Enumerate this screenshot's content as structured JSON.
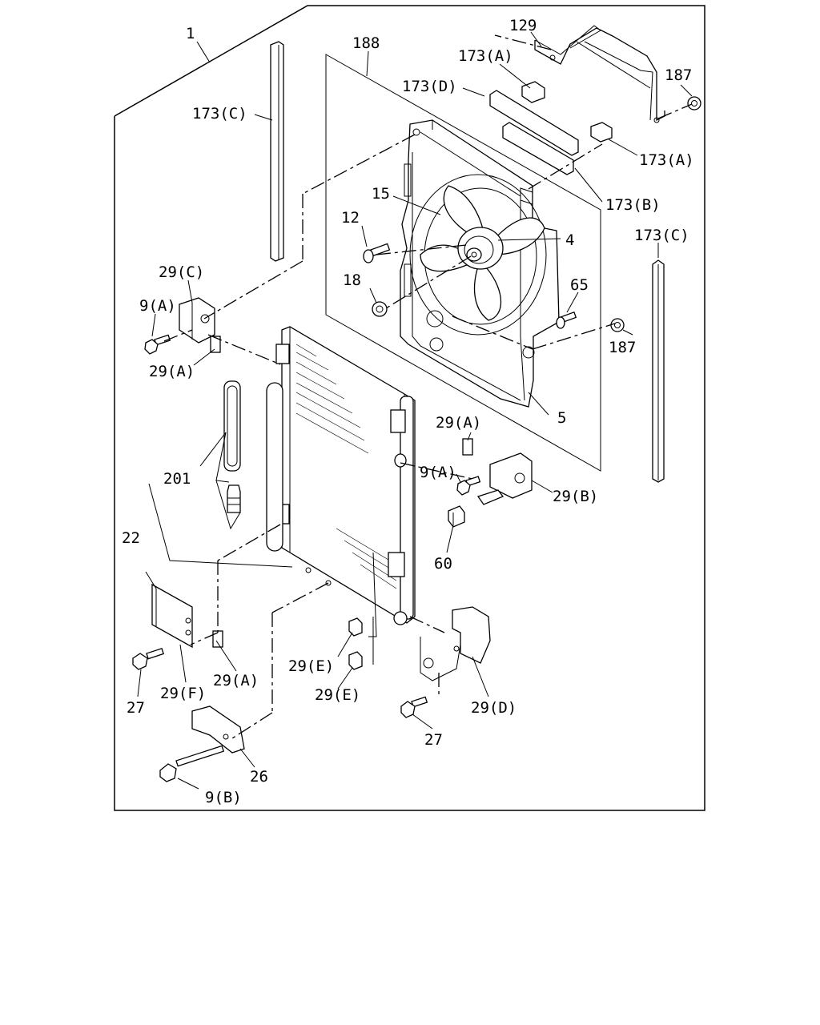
{
  "labels": {
    "l1": "1",
    "l129": "129",
    "l188": "188",
    "l173A_top": "173(A)",
    "l173D": "173(D)",
    "l187_top": "187",
    "l173C_left": "173(C)",
    "l173A_right": "173(A)",
    "l173B": "173(B)",
    "l15": "15",
    "l12": "12",
    "l4": "4",
    "l173C_right": "173(C)",
    "l29C": "29(C)",
    "l18": "18",
    "l65": "65",
    "l9A_left": "9(A)",
    "l187_mid": "187",
    "l29A_left": "29(A)",
    "l5": "5",
    "l29A_right": "29(A)",
    "l9A_right": "9(A)",
    "l201": "201",
    "l29B": "29(B)",
    "l22": "22",
    "l60": "60",
    "l29E_1": "29(E)",
    "l29A_bottom": "29(A)",
    "l29E_2": "29(E)",
    "l29F": "29(F)",
    "l27_left": "27",
    "l29D": "29(D)",
    "l27_right": "27",
    "l26": "26",
    "l9B": "9(B)"
  }
}
